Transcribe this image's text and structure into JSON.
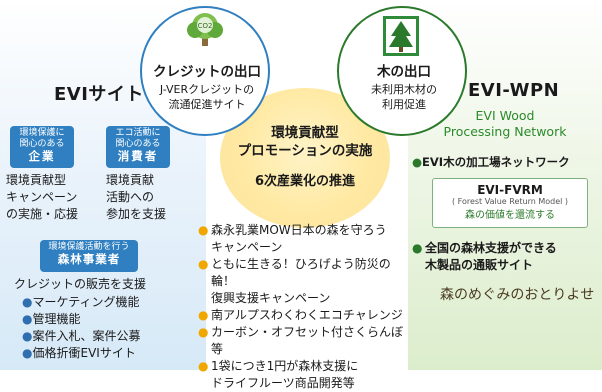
{
  "left": {
    "title": "EVIサイト",
    "tag_company_small": "環境保護に\n関心のある",
    "tag_company_big": "企業",
    "company_text": "環境貢献型\nキャンペーン\nの実施・応援",
    "tag_consumer_small": "エコ活動に\n関心のある",
    "tag_consumer_big": "消費者",
    "consumer_text": "環境貢献\n活動への\n参加を支援",
    "tag_forest_small": "環境保護活動を行う",
    "tag_forest_big": "森林事業者",
    "forest_text": "クレジットの販売を支援",
    "bullets": [
      "マーケティング機能",
      "管理機能",
      "案件入札、案件公募",
      "価格折衝EVIサイト"
    ],
    "bullet_mark": "●"
  },
  "credit_circle": {
    "icon_label": "CO2",
    "title": "クレジットの出口",
    "desc": "J-VERクレジットの\n流通促進サイト"
  },
  "wood_circle": {
    "title": "木の出口",
    "desc": "未利用木材の\n利用促進"
  },
  "center": {
    "title": "環境貢献型\nプロモーションの実施",
    "subtitle": "6次産業化の推進",
    "bullet_mark": "●",
    "items": [
      "森永乳業MOW日本の森を守ろう\nキャンペーン",
      "ともに生きる！ひろげよう防災の輪！\n復興支援キャンペーン",
      "南アルプスわくわくエコチャレンジ",
      "カーボン・オフセット付さくらんぼ等",
      "1袋につき1円が森林支援に\nドライフルーツ商品開発等"
    ]
  },
  "right": {
    "title": "EVI-WPN",
    "subtitle": "EVI Wood\nProcessing Network",
    "bullet_mark": "●",
    "network": "EVI木の加工場ネットワーク",
    "fvrm_title": "EVI-FVRM",
    "fvrm_sub": "( Forest Value Return Model )",
    "fvrm_desc": "森の価値を還流する",
    "support": "全国の森林支援ができる\n木製品の通販サイト",
    "logo_text": "森のめぐみのおとりよせ"
  },
  "colors": {
    "blue": "#2f7fc1",
    "green": "#2b7a2b",
    "yellow": "#f0a800"
  }
}
